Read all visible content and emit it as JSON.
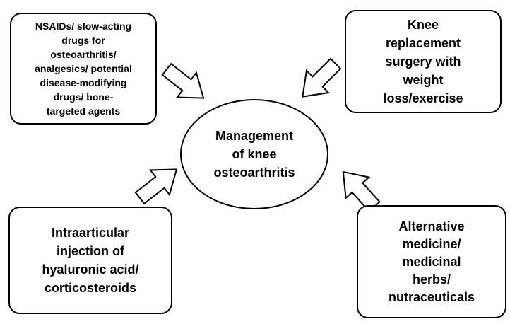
{
  "center": {
    "label": "Management\nof knee\nosteoarthritis"
  },
  "boxes": {
    "top_left": "NSAIDs/ slow-acting\ndrugs for\nosteoarthritis/\nanalgesics/ potential\ndisease-modifying\ndrugs/ bone-\ntargeted agents",
    "top_right": "Knee\nreplacement\nsurgery with\nweight\nloss/exercise",
    "bottom_left": "Intraarticular\ninjection of\nhyaluronic acid/\ncorticosteroids",
    "bottom_right": "Alternative\nmedicine/\nmedicinal\nherbs/\nnutraceuticals"
  },
  "colors": {
    "stroke": "#000000",
    "fill": "#ffffff"
  }
}
